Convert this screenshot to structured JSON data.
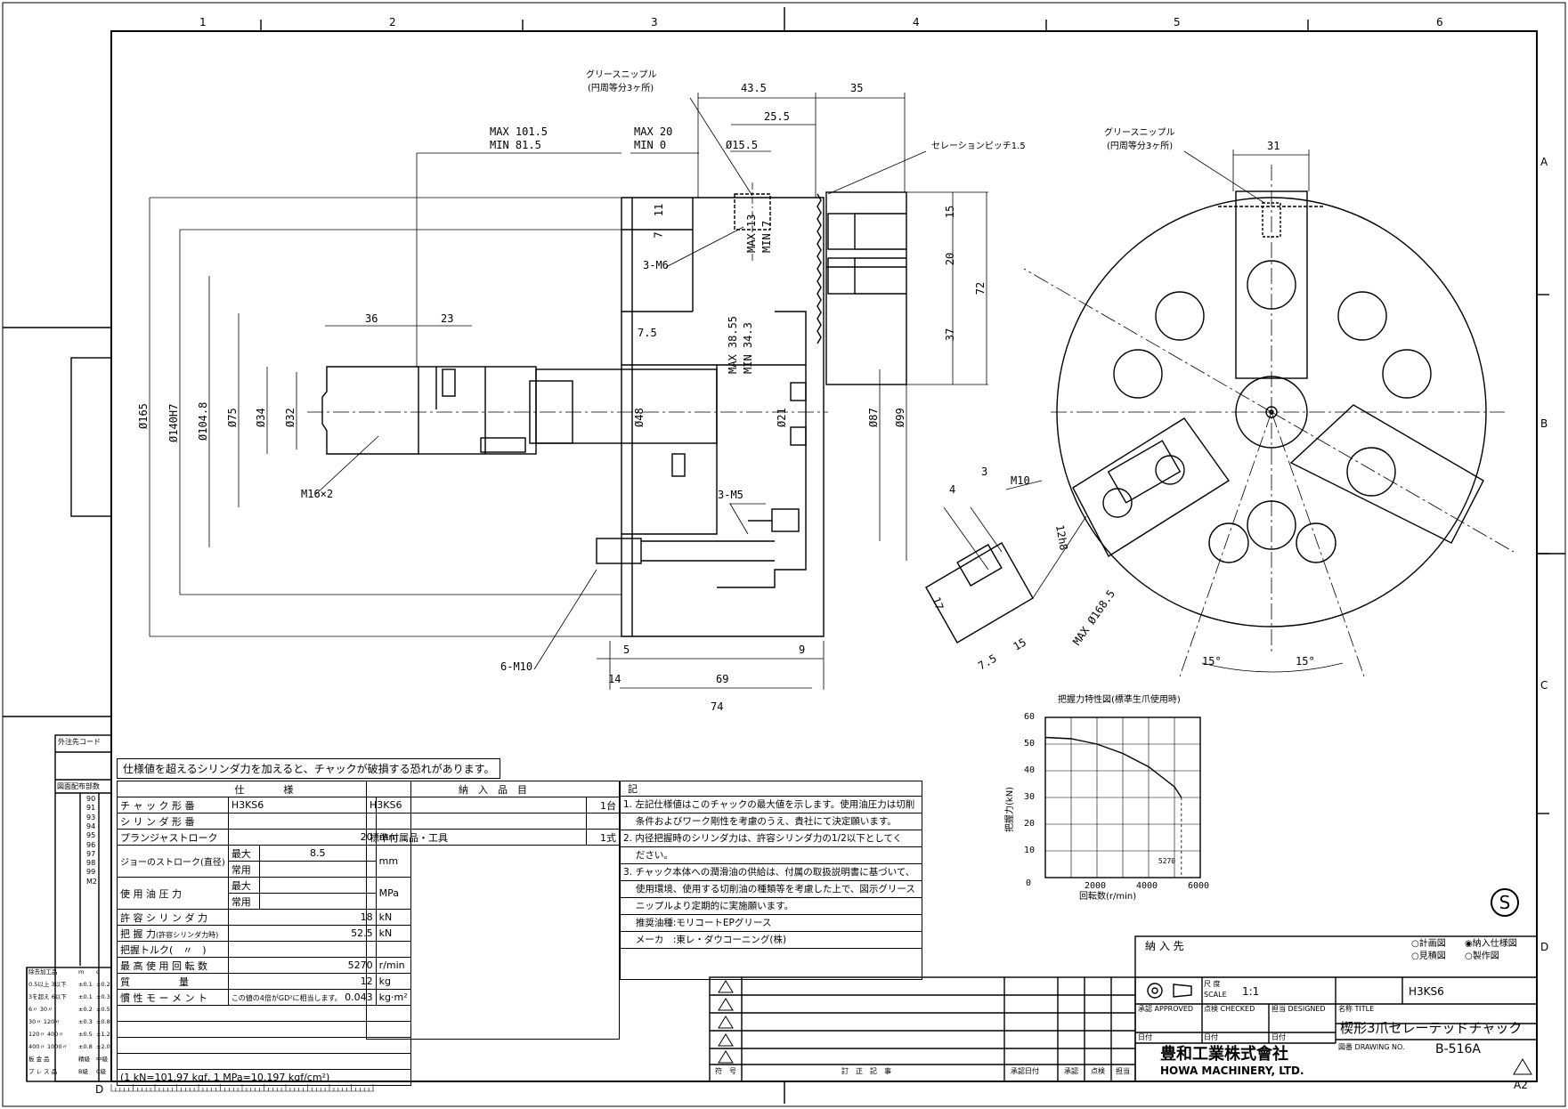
{
  "frame": {
    "col_numbers": [
      "1",
      "2",
      "3",
      "4",
      "5",
      "6"
    ],
    "row_letters": [
      "A",
      "B",
      "C",
      "D"
    ],
    "sheet_size": "A2",
    "bottom_left_letter": "D"
  },
  "front_view": {
    "grease_nipple_label": "グリースニップル",
    "grease_nipple_sub": "(円周等分3ヶ所)",
    "serration_label": "セレーションピッチ1.5",
    "dims": {
      "d43_5": "43.5",
      "d35": "35",
      "d25_5": "25.5",
      "d15_5": "Ø15.5",
      "max101": "MAX 101.5",
      "min81": "MIN  81.5",
      "max20": "MAX 20",
      "min0": "MIN  0",
      "d11": "11",
      "d7": "7",
      "m6": "3-M6",
      "max13": "MAX 13",
      "min7": "MIN  7",
      "d15": "15",
      "d20": "20",
      "d72": "72",
      "d37": "37",
      "max38": "MAX 38.55",
      "min34": "MIN 34.3",
      "d36": "36",
      "d23": "23",
      "d7_5": "7.5",
      "d165": "Ø165",
      "d140": "Ø140H7",
      "d104": "Ø104.8",
      "d75": "Ø75",
      "d34": "Ø34",
      "d32": "Ø32",
      "d48": "Ø48",
      "d21": "Ø21",
      "d87": "Ø87",
      "d99": "Ø99",
      "m16": "M16×2",
      "m5": "3-M5",
      "m10": "6-M10",
      "d5": "5",
      "d9": "9",
      "d14": "14",
      "d69": "69",
      "d74": "74"
    }
  },
  "side_view": {
    "grease_nipple_label": "グリースニップル",
    "grease_nipple_sub": "(円周等分3ヶ所)",
    "d31": "31",
    "max168": "MAX Ø168.5",
    "ang1": "15°",
    "ang2": "15°",
    "detail": {
      "d4": "4",
      "d3": "3",
      "m10": "M10",
      "d12h8": "12h8",
      "d17": "17",
      "d7_5": "7.5",
      "d15": "15"
    }
  },
  "chart_title": "把握力特性図(標準生爪使用時)",
  "chart_data": {
    "type": "line",
    "title": "把握力特性図(標準生爪使用時)",
    "xlabel": "回転数(r/min)",
    "ylabel": "把握力(kN)",
    "xlim": [
      0,
      6000
    ],
    "ylim": [
      0,
      60
    ],
    "x_ticks": [
      "0",
      "2000",
      "4000",
      "6000"
    ],
    "y_ticks": [
      "0",
      "10",
      "20",
      "30",
      "40",
      "50",
      "60"
    ],
    "marker_label": "5270",
    "grid": true,
    "series": [
      {
        "x": [
          0,
          1000,
          2000,
          3000,
          4000,
          5000,
          5270
        ],
        "y": [
          52.5,
          52,
          50,
          46.5,
          41.5,
          34,
          30
        ]
      }
    ]
  },
  "warning_text": "仕様値を超えるシリンダ力を加えると、チャックが破損する恐れがあります。",
  "spec": {
    "header": "仕　　　　様",
    "rows": [
      {
        "label": "チ ャ ッ ク 形 番",
        "value": "H3KS6",
        "unit": ""
      },
      {
        "label": "シ リ ン ダ 形 番",
        "value": "",
        "unit": ""
      },
      {
        "label": "プランジャストローク",
        "value": "20",
        "unit": "mm"
      },
      {
        "label": "ジョーのストローク(直径)",
        "sub1": "最大",
        "value": "8.5",
        "sub2": "常用",
        "unit": "mm"
      },
      {
        "label": "使 用 油 圧 力",
        "sub1": "最大",
        "sub2": "常用",
        "unit": "MPa"
      },
      {
        "label": "許 容 シ リ ン ダ 力",
        "value": "18",
        "unit": "kN"
      },
      {
        "label": "把 握 力",
        "label_sub": "(許容シリンダ力時)",
        "value": "52.5",
        "unit": "kN"
      },
      {
        "label": "把握トルク(　〃　)",
        "value": "",
        "unit": ""
      },
      {
        "label": "最 高 使 用 回 転 数",
        "value": "5270",
        "unit": "r/min"
      },
      {
        "label": "質　　　　　量",
        "value": "12",
        "unit": "kg"
      },
      {
        "label": "慣 性 モ ー メ ン ト",
        "label_sub": "この値の4倍がGD²に相当します。",
        "value": "0.043",
        "unit": "kg·m²"
      }
    ],
    "footnote": "(1 kN=101.97 kgf, 1 MPa=10.197 kgf/cm²)"
  },
  "delivery": {
    "header": "納　入　品　目",
    "rows": [
      {
        "item": "H3KS6",
        "qty": "1台"
      },
      {
        "item": "標準付属品・工具",
        "qty": "1式"
      }
    ]
  },
  "notes": {
    "header": "記",
    "lines": [
      "1. 左記仕様値はこのチャックの最大値を示します。使用油圧力は切削",
      "　 条件およびワーク剛性を考慮のうえ、貴社にて決定願います。",
      "2. 内径把握時のシリンダ力は、許容シリンダ力の1/2以下としてく",
      "　 ださい。",
      "3. チャック本体への潤滑油の供給は、付属の取扱説明書に基づいて、",
      "　 使用環境、使用する切削油の種類等を考慮した上で、図示グリース",
      "　 ニップルより定期的に実施願います。",
      "　 推奨油種:モリコートEPグリース",
      "　 メーカ　:東レ・ダウコーニング(株)"
    ]
  },
  "left_table": {
    "ext_code": "外注先コード",
    "distrib": "図面配布部数",
    "tol_header": [
      "除去加工品",
      "m",
      "c"
    ],
    "tol_rows": [
      [
        "0.5以上 3以下",
        "±0.1",
        "±0.2"
      ],
      [
        "3を超え 6以下",
        "±0.1",
        "±0.3"
      ],
      [
        "6〃 30〃",
        "±0.2",
        "±0.5"
      ],
      [
        "30〃 120〃",
        "±0.3",
        "±0.8"
      ],
      [
        "120〃 400〃",
        "±0.5",
        "±1.2"
      ],
      [
        "400〃 1000〃",
        "±0.8",
        "±2.0"
      ],
      [
        "板 金 品",
        "精級",
        "中級"
      ],
      [
        "プ レ ス 品",
        "B級",
        "C級"
      ]
    ],
    "codes": [
      "90",
      "91",
      "93",
      "94",
      "95",
      "96",
      "97",
      "98",
      "99",
      "M2",
      "",
      "",
      "",
      "",
      "",
      "",
      "",
      ""
    ]
  },
  "revision": {
    "symbol_label": "符　号",
    "content_label": "訂　正　記　事",
    "date_label": "承認日付",
    "approve": "承認",
    "check": "点検",
    "person": "担当"
  },
  "title_block": {
    "customer_label": "納 入 先",
    "options": [
      "○計画図",
      "◉納入仕様図",
      "○見積図",
      "○製作図"
    ],
    "scale_label": "尺 度",
    "scale_en": "SCALE",
    "scale_value": "1:1",
    "model": "H3KS6",
    "approved": "承認 APPROVED",
    "checked": "点検 CHECKED",
    "designed": "担当 DESIGNED",
    "title_label": "名称 TITLE",
    "title": "楔形3爪セレーテッドチャック",
    "date1": "日付",
    "date2": "日付",
    "date3": "日付",
    "drawing_label": "図番 DRAWING NO.",
    "drawing_no": "B-516A",
    "company_jp": "豊和工業株式會社",
    "company_en": "HOWA MACHINERY, LTD.",
    "stamp": "S"
  }
}
